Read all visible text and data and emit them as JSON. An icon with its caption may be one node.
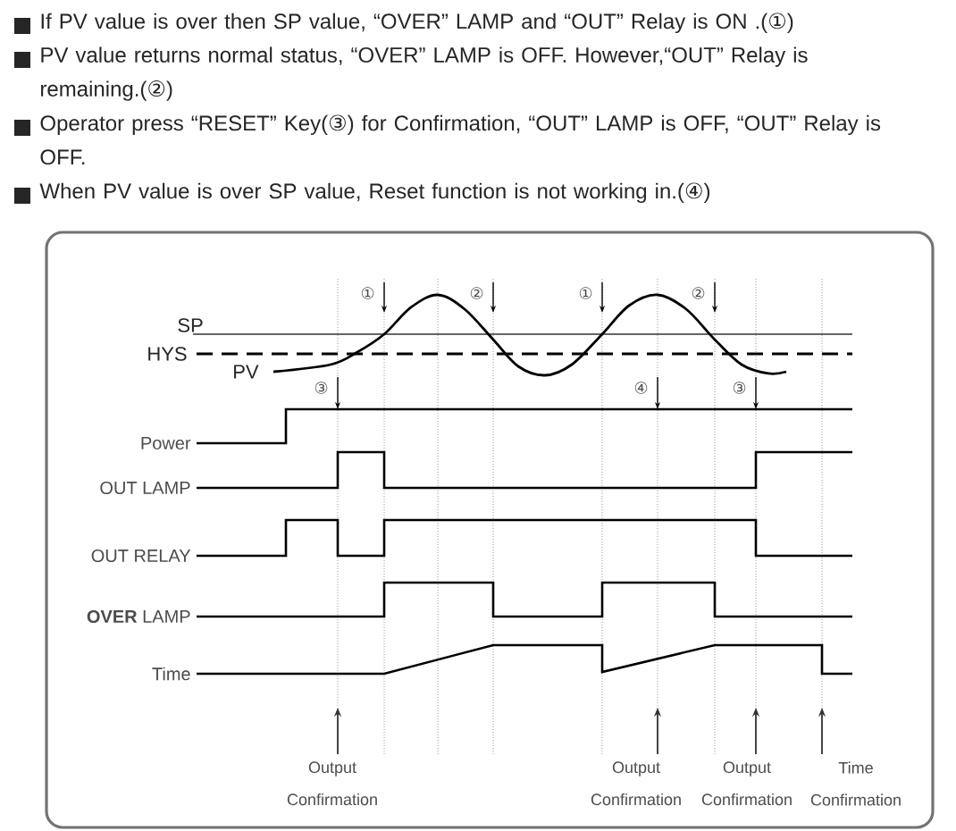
{
  "diagram": {
    "labels": [
      "If PV value is over then SP value, “OVER” LAMP and “OUT” Relay is ON .(①)",
      "PV value returns normal status, “OVER” LAMP is OFF. However,“OUT” Relay is remaining.(②)",
      "Operator press “RESET” Key(③) for Confirmation, “OUT” LAMP is OFF, “OUT” Relay is OFF.",
      "When PV value is over SP value, Reset function is not working in.(④)",
      "SP",
      "HYS",
      "PV",
      "①",
      "②",
      "①",
      "②",
      "③",
      "④",
      "③",
      "Power",
      "OUT LAMP",
      "OUT RELAY",
      "**OVER** LAMP",
      "Time",
      "Output Confirmation",
      "Output Confirmation",
      "Output Confirmation",
      "Time Confirmation"
    ]
  }
}
